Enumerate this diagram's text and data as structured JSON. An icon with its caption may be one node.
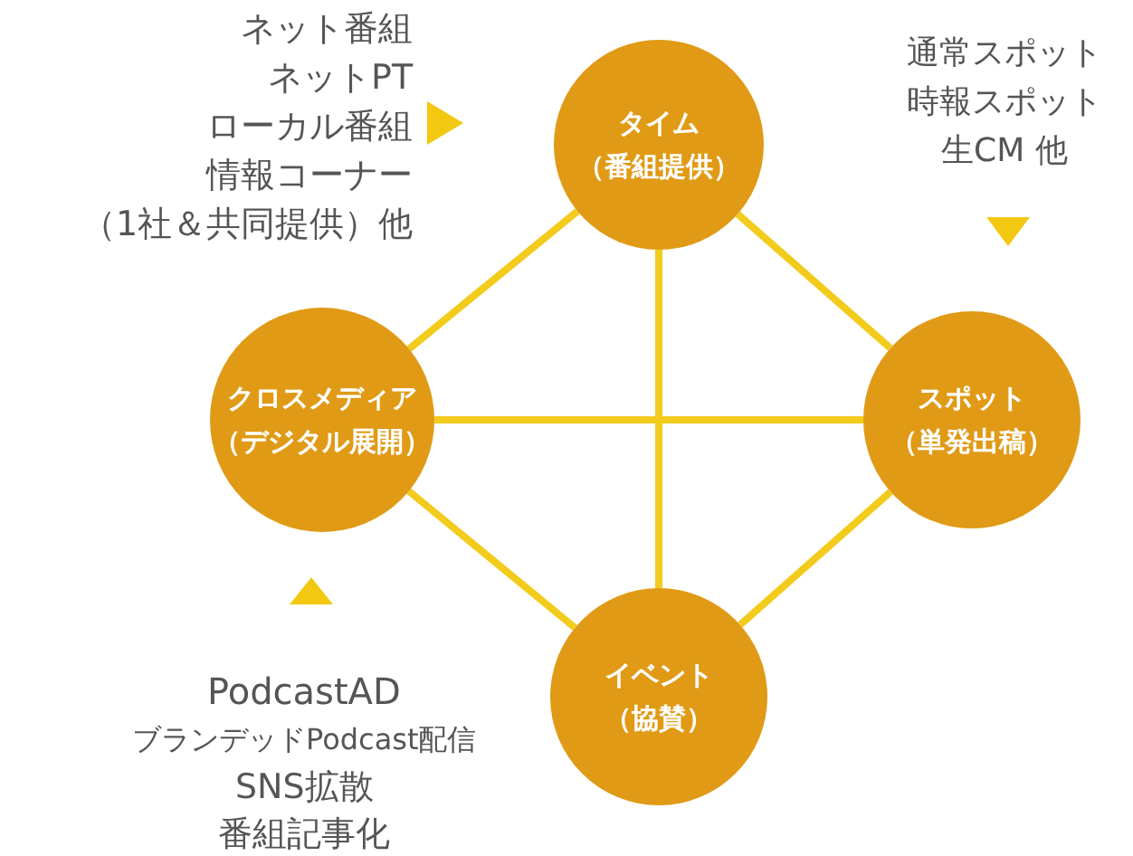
{
  "diagram": {
    "nodes": [
      {
        "text": [
          "タイム",
          "（番組提供）"
        ]
      },
      {
        "text": [
          "クロスメディア",
          "（デジタル展開）"
        ]
      },
      {
        "text": [
          "スポット",
          "（単発出稿）"
        ]
      },
      {
        "text": [
          "イベント",
          "（協賛）"
        ]
      }
    ],
    "edges": [
      {
        "from": 0,
        "to": 1,
        "arrow": "none"
      },
      {
        "from": 0,
        "to": 2,
        "arrow": "none"
      },
      {
        "from": 0,
        "to": 3,
        "arrow": "none"
      },
      {
        "from": 1,
        "to": 2,
        "arrow": "none"
      },
      {
        "from": 1,
        "to": 3,
        "arrow": "none"
      },
      {
        "from": 2,
        "to": 3,
        "arrow": "none"
      }
    ],
    "labels": [
      "ネット番組",
      "ネットPT",
      "ローカル番組",
      "情報コーナー",
      "（1社＆共同提供）他",
      "通常スポット",
      "時報スポット",
      "生CM 他",
      "PodcastAD",
      "ブランデッドPodcast配信",
      "SNS拡散",
      "番組記事化"
    ]
  }
}
